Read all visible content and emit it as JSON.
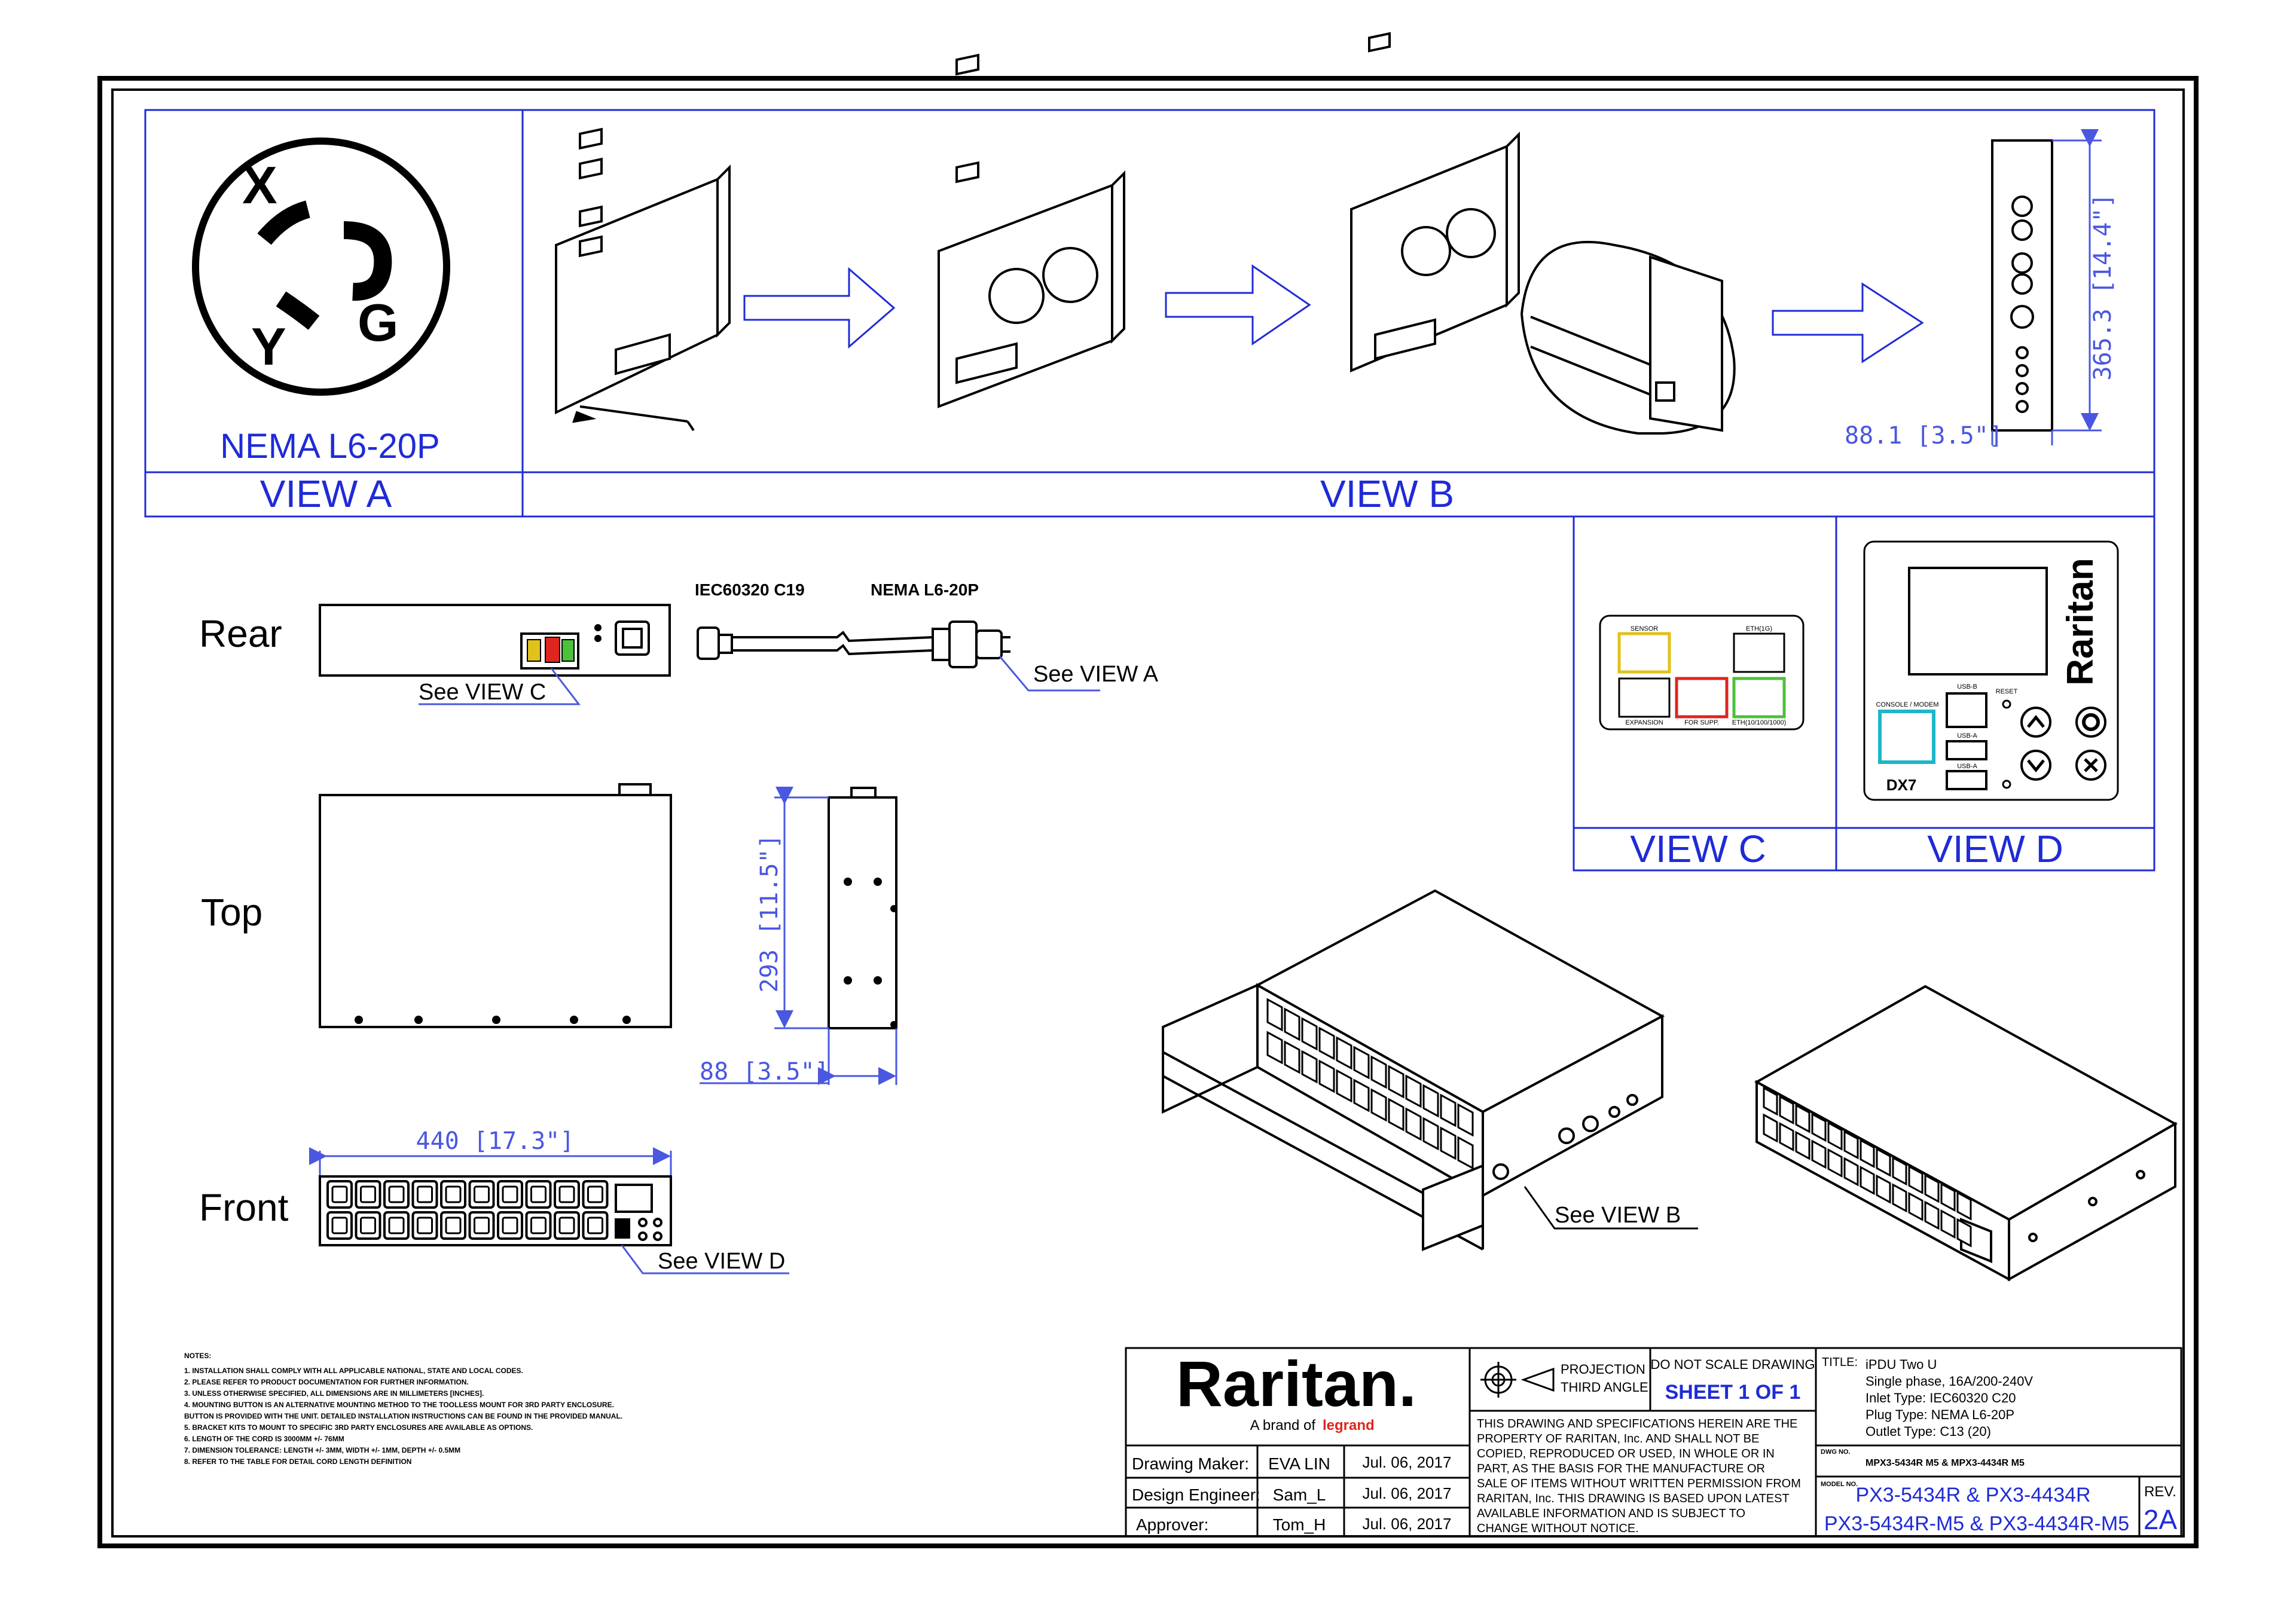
{
  "view_a": {
    "plug_letters": {
      "x": "X",
      "y": "Y",
      "g": "G"
    },
    "plug_name": "NEMA L6-20P",
    "label": "VIEW A"
  },
  "view_b": {
    "label": "VIEW B",
    "height_dim": "365.3 [14.4\"]",
    "width_dim": "88.1 [3.5\"]"
  },
  "view_c": {
    "label": "VIEW C",
    "port_labels": [
      "SENSOR",
      "ETH(1G)",
      "EXPANSION",
      "FOR SUPP.",
      "ETH(10/100/1000)"
    ]
  },
  "view_d": {
    "label": "VIEW D",
    "brand_text": "Raritan",
    "port_labels": [
      "CONSOLE / MODEM",
      "USB-B",
      "RESET",
      "USB-A",
      "USB-A"
    ],
    "badge": "DX7"
  },
  "rear_view": {
    "title": "Rear",
    "cord_connector_label": "IEC60320 C19",
    "plug_label": "NEMA L6-20P",
    "callout_view_c": "See VIEW C",
    "callout_view_a": "See VIEW A"
  },
  "top_view": {
    "title": "Top",
    "depth_dim": "293 [11.5\"]",
    "height_dim": "88 [3.5\"]"
  },
  "front_view": {
    "title": "Front",
    "width_dim": "440 [17.3\"]",
    "callout_view_d": "See VIEW D"
  },
  "isometric": {
    "callout_view_b": "See VIEW B"
  },
  "notes": {
    "heading": "NOTES:",
    "items": [
      "1. INSTALLATION SHALL COMPLY WITH ALL APPLICABLE NATIONAL, STATE AND LOCAL CODES.",
      "2. PLEASE REFER TO PRODUCT DOCUMENTATION FOR FURTHER INFORMATION.",
      "3. UNLESS OTHERWISE SPECIFIED, ALL DIMENSIONS ARE IN MILLIMETERS [INCHES].",
      "4. MOUNTING BUTTON IS AN ALTERNATIVE MOUNTING METHOD TO THE TOOLLESS MOUNT FOR 3RD PARTY ENCLOSURE.",
      "   BUTTON IS PROVIDED WITH THE UNIT. DETAILED INSTALLATION INSTRUCTIONS CAN BE FOUND IN THE PROVIDED MANUAL.",
      "5. BRACKET KITS TO MOUNT TO SPECIFIC 3RD PARTY ENCLOSURES ARE AVAILABLE AS OPTIONS.",
      "6. LENGTH OF THE CORD IS 3000MM +/- 76MM",
      "7. DIMENSION TOLERANCE: LENGTH +/- 3MM, WIDTH +/- 1MM, DEPTH +/- 0.5MM",
      "8. REFER TO THE TABLE FOR DETAIL CORD LENGTH DEFINITION"
    ]
  },
  "title_block": {
    "brand": "Raritan.",
    "brand_tagline_prefix": "A brand of",
    "brand_tagline_company": "legrand",
    "rows": [
      {
        "role": "Drawing Maker:",
        "name": "EVA LIN",
        "date": "Jul. 06, 2017"
      },
      {
        "role": "Design Engineer:",
        "name": "Sam_L",
        "date": "Jul. 06, 2017"
      },
      {
        "role": "Approver:",
        "name": "Tom_H",
        "date": "Jul. 06, 2017"
      }
    ],
    "projection_line1": "PROJECTION",
    "projection_line2": "THIRD ANGLE",
    "do_not_scale": "DO NOT SCALE DRAWING",
    "sheet": "SHEET 1 OF 1",
    "disclaimer": [
      "THIS DRAWING AND SPECIFICATIONS HEREIN ARE THE",
      "PROPERTY OF RARITAN, Inc. AND SHALL NOT BE",
      "COPIED, REPRODUCED OR USED, IN WHOLE OR IN",
      "PART, AS THE BASIS FOR THE MANUFACTURE OR",
      "SALE OF ITEMS WITHOUT WRITTEN PERMISSION FROM",
      "RARITAN, Inc. THIS DRAWING IS BASED UPON LATEST",
      "AVAILABLE INFORMATION AND IS SUBJECT TO",
      "CHANGE WITHOUT NOTICE."
    ],
    "title_label": "TITLE:",
    "title_lines": [
      "iPDU Two U",
      "Single phase, 16A/200-240V",
      "Inlet Type: IEC60320 C20",
      "Plug Type: NEMA L6-20P",
      "Outlet Type: C13 (20)"
    ],
    "dwg_no_label": "DWG NO.",
    "dwg_no": "MPX3-5434R M5 & MPX3-4434R M5",
    "model_label": "MODEL NO.",
    "model_line1": "PX3-5434R & PX3-4434R",
    "model_line2": "PX3-5434R-M5 & PX3-4434R-M5",
    "rev_label": "REV.",
    "rev": "2A"
  },
  "colors": {
    "line": "#000000",
    "accent": "#1f2bd6",
    "dim": "#4a57e0",
    "port_yellow": "#e0c21a",
    "port_red": "#e0241f",
    "port_green": "#4cc03a",
    "port_cyan": "#1fb6c9"
  }
}
